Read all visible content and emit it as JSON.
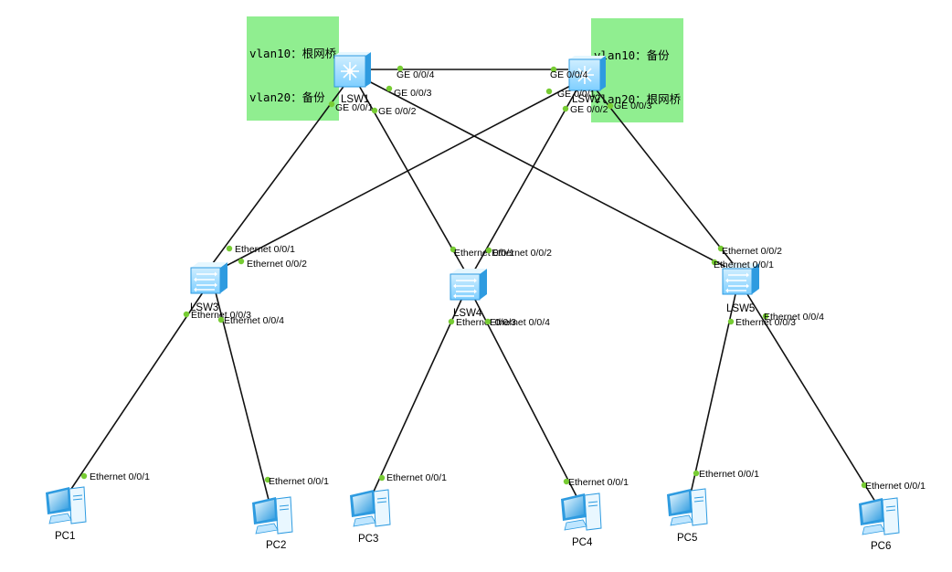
{
  "colors": {
    "link": "#111111",
    "port_dot": "#77cc33",
    "note_bg": "#90ee90",
    "device_light": "#cfeeff",
    "device_mid": "#7fcfff",
    "device_dark": "#2e9be0"
  },
  "notes": {
    "lsw1": {
      "line1": "vlan10：根网桥",
      "line2": "vlan20：备份"
    },
    "lsw2": {
      "line1": "vlan10：备份",
      "line2": "vlan20：根网桥"
    }
  },
  "devices": {
    "LSW1": {
      "label": "LSW1",
      "icon": "core-switch-icon"
    },
    "LSW2": {
      "label": "LSW2",
      "icon": "core-switch-icon"
    },
    "LSW3": {
      "label": "LSW3",
      "icon": "access-switch-icon"
    },
    "LSW4": {
      "label": "LSW4",
      "icon": "access-switch-icon"
    },
    "LSW5": {
      "label": "LSW5",
      "icon": "access-switch-icon"
    },
    "PC1": {
      "label": "PC1",
      "icon": "pc-icon"
    },
    "PC2": {
      "label": "PC2",
      "icon": "pc-icon"
    },
    "PC3": {
      "label": "PC3",
      "icon": "pc-icon"
    },
    "PC4": {
      "label": "PC4",
      "icon": "pc-icon"
    },
    "PC5": {
      "label": "PC5",
      "icon": "pc-icon"
    },
    "PC6": {
      "label": "PC6",
      "icon": "pc-icon"
    }
  },
  "links": [
    {
      "id": "lsw1-lsw2",
      "a_port": "GE 0/0/4",
      "b_port": "GE 0/0/4"
    },
    {
      "id": "lsw1-lsw3",
      "a_port": "GE 0/0/1",
      "b_port": "Ethernet 0/0/1"
    },
    {
      "id": "lsw1-lsw4",
      "a_port": "GE 0/0/2",
      "b_port": "Ethernet 0/0/1"
    },
    {
      "id": "lsw1-lsw5",
      "a_port": "GE 0/0/3",
      "b_port": "Ethernet 0/0/1"
    },
    {
      "id": "lsw2-lsw3",
      "a_port": "GE 0/0/1",
      "b_port": "Ethernet 0/0/2"
    },
    {
      "id": "lsw2-lsw4",
      "a_port": "GE 0/0/2",
      "b_port": "Ethernet 0/0/2"
    },
    {
      "id": "lsw2-lsw5",
      "a_port": "GE 0/0/3",
      "b_port": "Ethernet 0/0/2"
    },
    {
      "id": "lsw3-pc1",
      "a_port": "Ethernet 0/0/3",
      "b_port": "Ethernet 0/0/1"
    },
    {
      "id": "lsw3-pc2",
      "a_port": "Ethernet 0/0/4",
      "b_port": "Ethernet 0/0/1"
    },
    {
      "id": "lsw4-pc3",
      "a_port": "Ethernet 0/0/3",
      "b_port": "Ethernet 0/0/1"
    },
    {
      "id": "lsw4-pc4",
      "a_port": "Ethernet 0/0/4",
      "b_port": "Ethernet 0/0/1"
    },
    {
      "id": "lsw5-pc5",
      "a_port": "Ethernet 0/0/3",
      "b_port": "Ethernet 0/0/1"
    },
    {
      "id": "lsw5-pc6",
      "a_port": "Ethernet 0/0/4",
      "b_port": "Ethernet 0/0/1"
    }
  ]
}
